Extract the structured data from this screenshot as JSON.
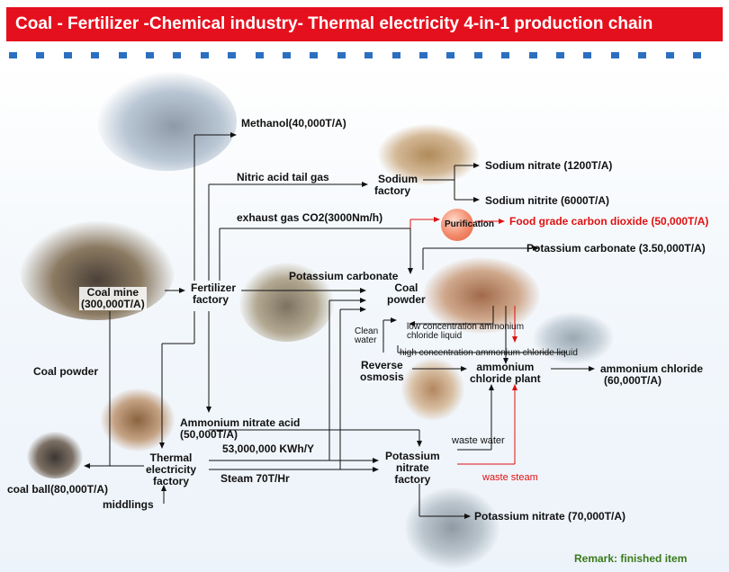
{
  "title": "Coal - Fertilizer -Chemical industry- Thermal electricity 4-in-1 production chain",
  "nodes": {
    "coal_mine": [
      "Coal mine",
      "(300,000T/A)"
    ],
    "fertilizer": [
      "Fertilizer",
      "factory"
    ],
    "sodium": [
      "Sodium",
      "factory"
    ],
    "coal_powder_node": [
      "Coal",
      "powder"
    ],
    "thermal": [
      "Thermal",
      "electricity",
      "factory"
    ],
    "potassium_nitrate_factory": [
      "Potassium",
      "nitrate",
      "factory"
    ],
    "ammonium_plant": [
      "ammonium",
      "chloride plant"
    ],
    "reverse_osmosis": [
      "Reverse",
      "osmosis"
    ],
    "purification": "Purification"
  },
  "labels": {
    "methanol": "Methanol(40,000T/A)",
    "nitric_acid": "Nitric acid tail gas",
    "sodium_nitrate": "Sodium nitrate (1200T/A)",
    "sodium_nitrite": "Sodium nitrite (6000T/A)",
    "exhaust_gas": "exhaust gas CO2(3000Nm/h)",
    "food_co2": "Food grade carbon dioxide (50,000T/A)",
    "potassium_carbonate_out": "Potassium carbonate (3.50,000T/A)",
    "potassium_carbonate": "Potassium carbonate",
    "clean_water": [
      "Clean",
      "water"
    ],
    "low_conc": [
      "low concentration ammonium",
      "chloride liquid"
    ],
    "high_conc": "high concentration ammonium chloride liquid",
    "ammonium_chloride": [
      "ammonium chloride",
      "(60,000T/A)"
    ],
    "coal_powder": "Coal powder",
    "ammonium_nitrate_acid": [
      "Ammonium nitrate acid",
      "(50,000T/A)"
    ],
    "kwh": "53,000,000 KWh/Y",
    "steam": "Steam 70T/Hr",
    "waste_water": "waste water",
    "waste_steam": "waste steam",
    "coal_ball": "coal ball(80,000T/A)",
    "middlings": "middlings",
    "potassium_nitrate": "Potassium nitrate (70,000T/A)",
    "remark": "Remark: finished item"
  },
  "colors": {
    "title_bg": "#e5101e",
    "accent": "#e01010",
    "dots": "#2b6fc0",
    "remark": "#3a7a1a"
  }
}
